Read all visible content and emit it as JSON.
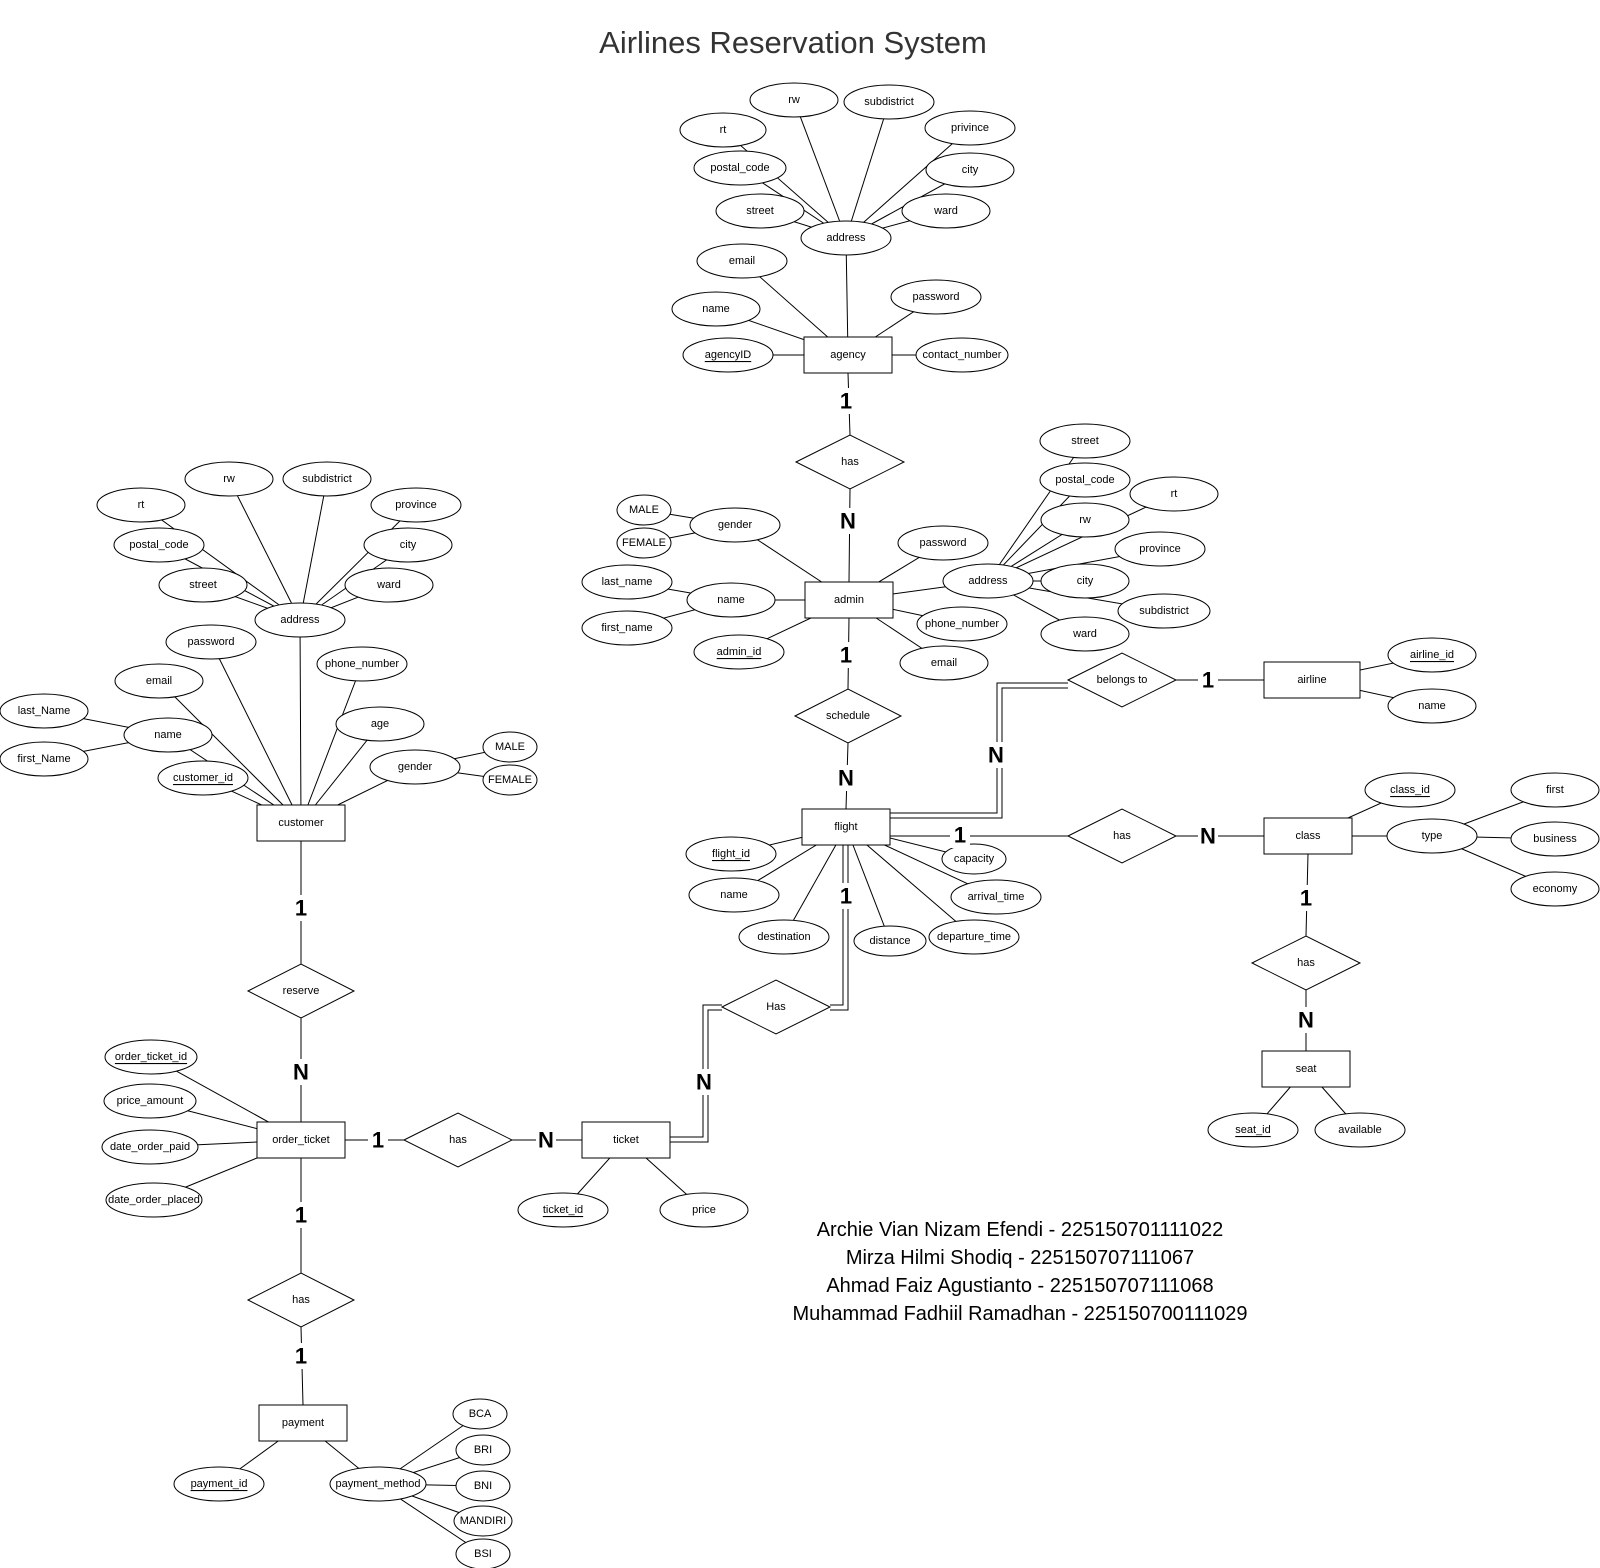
{
  "title": "Airlines Reservation System",
  "credits": [
    "Archie Vian Nizam Efendi - 225150701111022",
    "Mirza Hilmi Shodiq - 225150707111067",
    "Ahmad Faiz Agustianto - 225150707111068",
    "Muhammad Fadhiil Ramadhan - 225150700111029"
  ],
  "entities": {
    "agency": "agency",
    "admin": "admin",
    "flight": "flight",
    "airline": "airline",
    "class": "class",
    "seat": "seat",
    "customer": "customer",
    "order_ticket": "order_ticket",
    "ticket": "ticket",
    "payment": "payment"
  },
  "relationships": {
    "agency_admin": "has",
    "admin_flight": "schedule",
    "flight_airline": "belongs to",
    "flight_class": "has",
    "class_seat": "has",
    "flight_ticket": "Has",
    "customer_order": "reserve",
    "order_ticket": "has",
    "order_payment": "has"
  },
  "attributes": {
    "agency_rw": "rw",
    "agency_subdistrict": "subdistrict",
    "agency_rt": "rt",
    "agency_province": "privince",
    "agency_postal_code": "postal_code",
    "agency_city": "city",
    "agency_street": "street",
    "agency_ward": "ward",
    "agency_address": "address",
    "agency_email": "email",
    "agency_password": "password",
    "agency_name": "name",
    "agency_id": "agencyID",
    "agency_contact": "contact_number",
    "admin_street": "street",
    "admin_postal_code": "postal_code",
    "admin_rt": "rt",
    "admin_rw": "rw",
    "admin_province": "province",
    "admin_address": "address",
    "admin_city": "city",
    "admin_subdistrict": "subdistrict",
    "admin_ward": "ward",
    "admin_password": "password",
    "admin_phone": "phone_number",
    "admin_email": "email",
    "admin_gender": "gender",
    "admin_male": "MALE",
    "admin_female": "FEMALE",
    "admin_name": "name",
    "admin_last_name": "last_name",
    "admin_first_name": "first_name",
    "admin_id": "admin_id",
    "airline_id": "airline_id",
    "airline_name": "name",
    "class_id": "class_id",
    "class_type": "type",
    "class_first": "first",
    "class_business": "business",
    "class_economy": "economy",
    "seat_id": "seat_id",
    "seat_available": "available",
    "flight_id": "flight_id",
    "flight_name": "name",
    "flight_destination": "destination",
    "flight_distance": "distance",
    "flight_departure": "departure_time",
    "flight_arrival": "arrival_time",
    "flight_capacity": "capacity",
    "cust_rw": "rw",
    "cust_subdistrict": "subdistrict",
    "cust_rt": "rt",
    "cust_province": "province",
    "cust_postal_code": "postal_code",
    "cust_city": "city",
    "cust_street": "street",
    "cust_ward": "ward",
    "cust_address": "address",
    "cust_password": "password",
    "cust_phone": "phone_number",
    "cust_email": "email",
    "cust_age": "age",
    "cust_last_name": "last_Name",
    "cust_name": "name",
    "cust_first_name": "first_Name",
    "cust_gender": "gender",
    "cust_male": "MALE",
    "cust_female": "FEMALE",
    "cust_id": "customer_id",
    "order_id": "order_ticket_id",
    "order_price": "price_amount",
    "order_paid": "date_order_paid",
    "order_placed": "date_order_placed",
    "ticket_id": "ticket_id",
    "ticket_price": "price",
    "payment_id": "payment_id",
    "payment_method": "payment_method",
    "pm_bca": "BCA",
    "pm_bri": "BRI",
    "pm_bni": "BNI",
    "pm_mandiri": "MANDIRI",
    "pm_bsi": "BSI"
  },
  "cardinalities": {
    "agency_1": "1",
    "admin_n": "N",
    "admin_1": "1",
    "flight_n": "N",
    "flight_airline_n": "N",
    "airline_1": "1",
    "flight_class_1": "1",
    "class_n": "N",
    "class_1": "1",
    "seat_n": "N",
    "flight_ticket_1": "1",
    "ticket_n": "N",
    "customer_1": "1",
    "order_n": "N",
    "order_left_1": "1",
    "ticket_right_n": "N",
    "order_bottom_1": "1",
    "payment_1": "1"
  }
}
